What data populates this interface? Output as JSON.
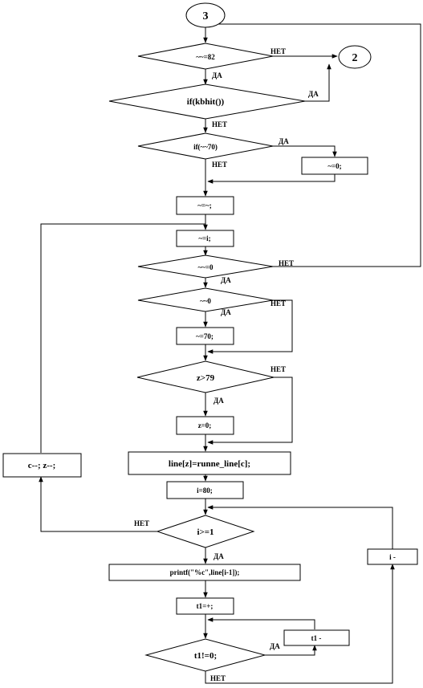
{
  "connectors": {
    "top": "3",
    "right": "2"
  },
  "decisions": {
    "d1": "~~=82",
    "d2": "if(kbhit())",
    "d3": "if(~~70)",
    "d4": "~~=0",
    "d5": "~~0",
    "d6": "z>79",
    "d7": "i>=1",
    "d8": "t1!=0;"
  },
  "processes": {
    "p1": "~=0;",
    "p2": "~=~;",
    "p3": "~=i;",
    "p4": "~=70;",
    "p5": "z=0;",
    "p6": "line[z]=runne_line[c];",
    "p7": "i=80;",
    "p8": "printf(\"%c\",line[i-1]);",
    "p9": "t1=+;",
    "p10": "t1 -",
    "p11": "i -",
    "p12": "c--; z--;"
  },
  "branch_labels": {
    "yes": "ДА",
    "no": "НЕТ"
  }
}
